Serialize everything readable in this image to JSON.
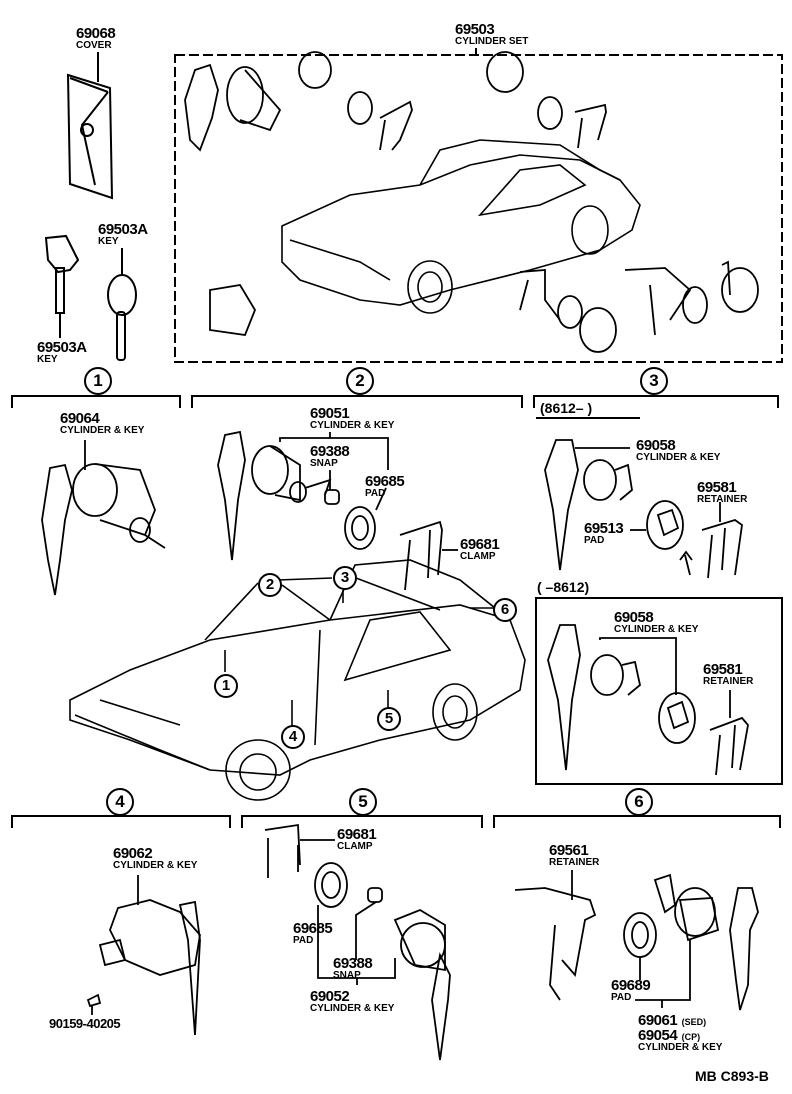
{
  "diagram": {
    "title_code": "MB  C893-B",
    "top_parts": {
      "cover": {
        "number": "69068",
        "name": "COVER"
      },
      "key_left": {
        "number": "69503A",
        "name": "KEY"
      },
      "key_right": {
        "number": "69503A",
        "name": "KEY"
      },
      "cylinder_set": {
        "number": "69503",
        "name": "CYLINDER SET"
      }
    },
    "section_markers": [
      "1",
      "2",
      "3",
      "4",
      "5",
      "6"
    ],
    "sections": {
      "s1": {
        "marker": "1",
        "parts": [
          {
            "number": "69064",
            "name": "CYLINDER & KEY"
          }
        ]
      },
      "s2": {
        "marker": "2",
        "parts": [
          {
            "number": "69051",
            "name": "CYLINDER & KEY"
          },
          {
            "number": "69388",
            "name": "SNAP"
          },
          {
            "number": "69685",
            "name": "PAD"
          },
          {
            "number": "69681",
            "name": "CLAMP"
          }
        ]
      },
      "s3": {
        "marker": "3",
        "variant_new": "(8612–        )",
        "variant_old": "(        –8612)",
        "parts": [
          {
            "number": "69058",
            "name": "CYLINDER & KEY"
          },
          {
            "number": "69513",
            "name": "PAD"
          },
          {
            "number": "69581",
            "name": "RETAINER"
          }
        ],
        "parts_old": [
          {
            "number": "69058",
            "name": "CYLINDER & KEY"
          },
          {
            "number": "69581",
            "name": "RETAINER"
          }
        ]
      },
      "s4": {
        "marker": "4",
        "parts": [
          {
            "number": "69062",
            "name": "CYLINDER & KEY"
          },
          {
            "number": "90159-40205",
            "name": ""
          }
        ]
      },
      "s5": {
        "marker": "5",
        "parts": [
          {
            "number": "69681",
            "name": "CLAMP"
          },
          {
            "number": "69685",
            "name": "PAD"
          },
          {
            "number": "69388",
            "name": "SNAP"
          },
          {
            "number": "69052",
            "name": "CYLINDER & KEY"
          }
        ]
      },
      "s6": {
        "marker": "6",
        "parts": [
          {
            "number": "69561",
            "name": "RETAINER"
          },
          {
            "number": "69689",
            "name": "PAD"
          },
          {
            "number": "69061",
            "suffix": "(SED)"
          },
          {
            "number": "69054",
            "suffix": "(CP)"
          },
          {
            "name": "CYLINDER & KEY"
          }
        ]
      }
    },
    "car_callouts": [
      "1",
      "2",
      "3",
      "4",
      "5",
      "6"
    ]
  }
}
